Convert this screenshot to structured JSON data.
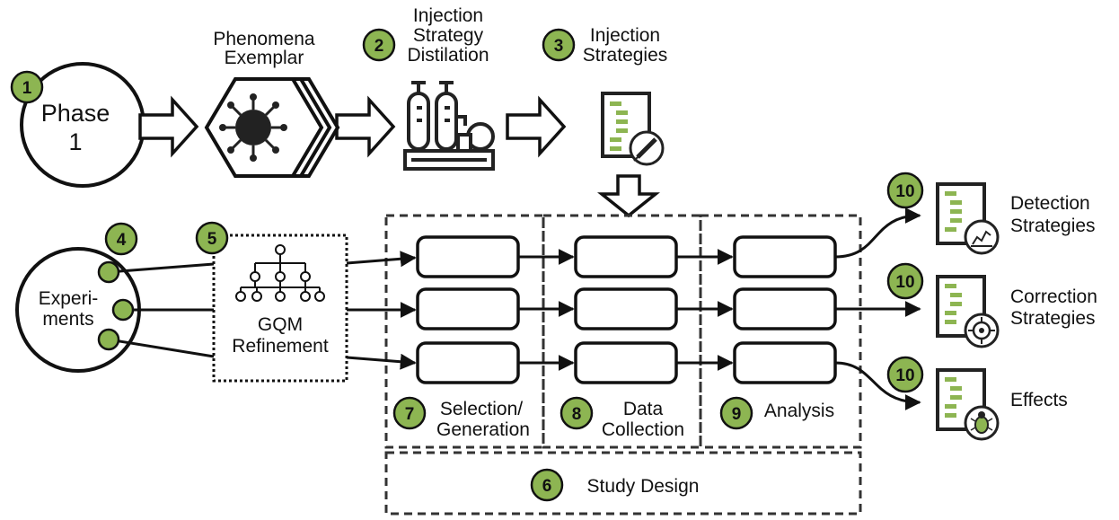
{
  "phase": {
    "label_line1": "Phase",
    "label_line2": "1"
  },
  "steps": {
    "s1": "1",
    "s2": "2",
    "s3": "3",
    "s4": "4",
    "s5": "5",
    "s6": "6",
    "s7": "7",
    "s8": "8",
    "s9": "9",
    "s10": "10"
  },
  "labels": {
    "phenomena_1": "Phenomena",
    "phenomena_2": "Exemplar",
    "distill_1": "Injection",
    "distill_2": "Strategy",
    "distill_3": "Distilation",
    "strategies_1": "Injection",
    "strategies_2": "Strategies",
    "experiments_1": "Experi-",
    "experiments_2": "ments",
    "gqm_1": "GQM",
    "gqm_2": "Refinement",
    "selection_1": "Selection/",
    "selection_2": "Generation",
    "data_1": "Data",
    "data_2": "Collection",
    "analysis": "Analysis",
    "study_design": "Study Design",
    "detection_1": "Detection",
    "detection_2": "Strategies",
    "correction_1": "Correction",
    "correction_2": "Strategies",
    "effects": "Effects"
  },
  "icons": {
    "phenomena": "virus-hexagon-stack-icon",
    "distillation": "distillation-apparatus-icon",
    "injection": "document-syringe-icon",
    "detection": "document-chart-icon",
    "correction": "document-target-icon",
    "effects": "document-bug-icon"
  },
  "colors": {
    "accent": "#8db552",
    "stroke": "#111111"
  }
}
